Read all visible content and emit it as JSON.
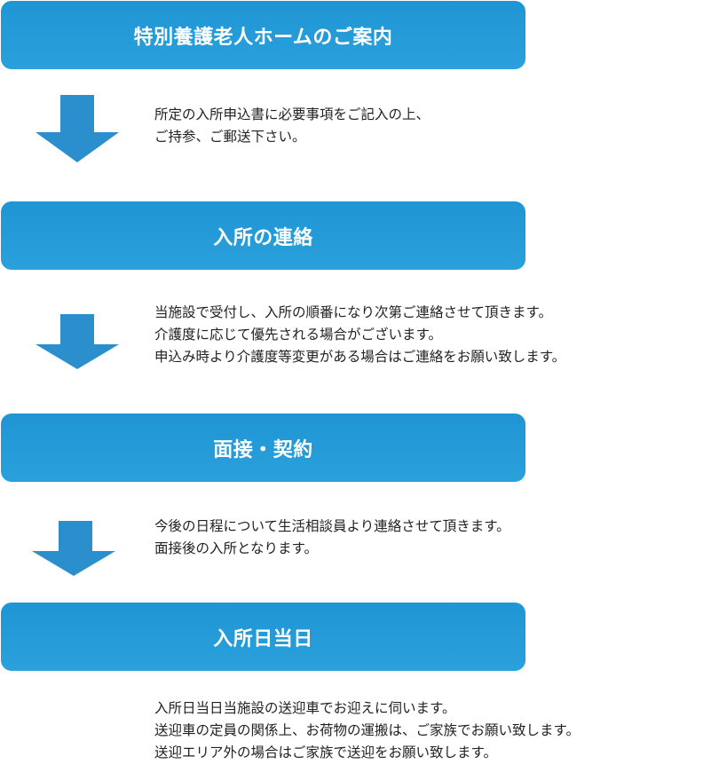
{
  "colors": {
    "step_bg": "#2199d8",
    "arrow_fill": "#2b8fcd",
    "text": "#222222"
  },
  "steps": [
    {
      "title": "特別養護老人ホームのご案内",
      "description": [
        "所定の入所申込書に必要事項をご記入の上、",
        "ご持参、ご郵送下さい。"
      ]
    },
    {
      "title": "入所の連絡",
      "description": [
        "当施設で受付し、入所の順番になり次第ご連絡させて頂きます。",
        "介護度に応じて優先される場合がございます。",
        "申込み時より介護度等変更がある場合はご連絡をお願い致します。"
      ]
    },
    {
      "title": "面接・契約",
      "description": [
        "今後の日程について生活相談員より連絡させて頂きます。",
        "面接後の入所となります。"
      ]
    },
    {
      "title": "入所日当日",
      "description": [
        "入所日当日当施設の送迎車でお迎えに伺います。",
        "送迎車の定員の関係上、お荷物の運搬は、ご家族でお願い致します。",
        "送迎エリア外の場合はご家族で送迎をお願い致します。"
      ]
    }
  ]
}
